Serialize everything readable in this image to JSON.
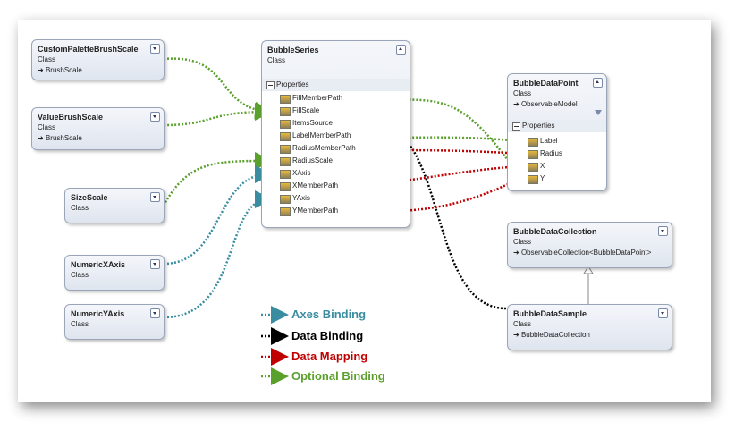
{
  "classes": {
    "custom_palette": {
      "name": "CustomPaletteBrushScale",
      "kind": "Class",
      "base": "BrushScale"
    },
    "value_brush": {
      "name": "ValueBrushScale",
      "kind": "Class",
      "base": "BrushScale"
    },
    "size_scale": {
      "name": "SizeScale",
      "kind": "Class"
    },
    "numeric_x": {
      "name": "NumericXAxis",
      "kind": "Class"
    },
    "numeric_y": {
      "name": "NumericYAxis",
      "kind": "Class"
    },
    "bubble_series": {
      "name": "BubbleSeries",
      "kind": "Class",
      "section": "Properties",
      "properties": [
        "FillMemberPath",
        "FillScale",
        "ItemsSource",
        "LabelMemberPath",
        "RadiusMemberPath",
        "RadiusScale",
        "XAxis",
        "XMemberPath",
        "YAxis",
        "YMemberPath"
      ]
    },
    "bubble_data_point": {
      "name": "BubbleDataPoint",
      "kind": "Class",
      "base": "ObservableModel",
      "section": "Properties",
      "properties": [
        "Label",
        "Radius",
        "X",
        "Y"
      ]
    },
    "bubble_data_collection": {
      "name": "BubbleDataCollection",
      "kind": "Class",
      "base": "ObservableCollection<BubbleDataPoint>"
    },
    "bubble_data_sample": {
      "name": "BubbleDataSample",
      "kind": "Class",
      "base": "BubbleDataCollection"
    }
  },
  "legend": [
    {
      "label": "Axes Binding",
      "color": "#3a8ca0"
    },
    {
      "label": "Data Binding",
      "color": "#000000"
    },
    {
      "label": "Data Mapping",
      "color": "#c00000"
    },
    {
      "label": "Optional Binding",
      "color": "#5aa02c"
    }
  ]
}
